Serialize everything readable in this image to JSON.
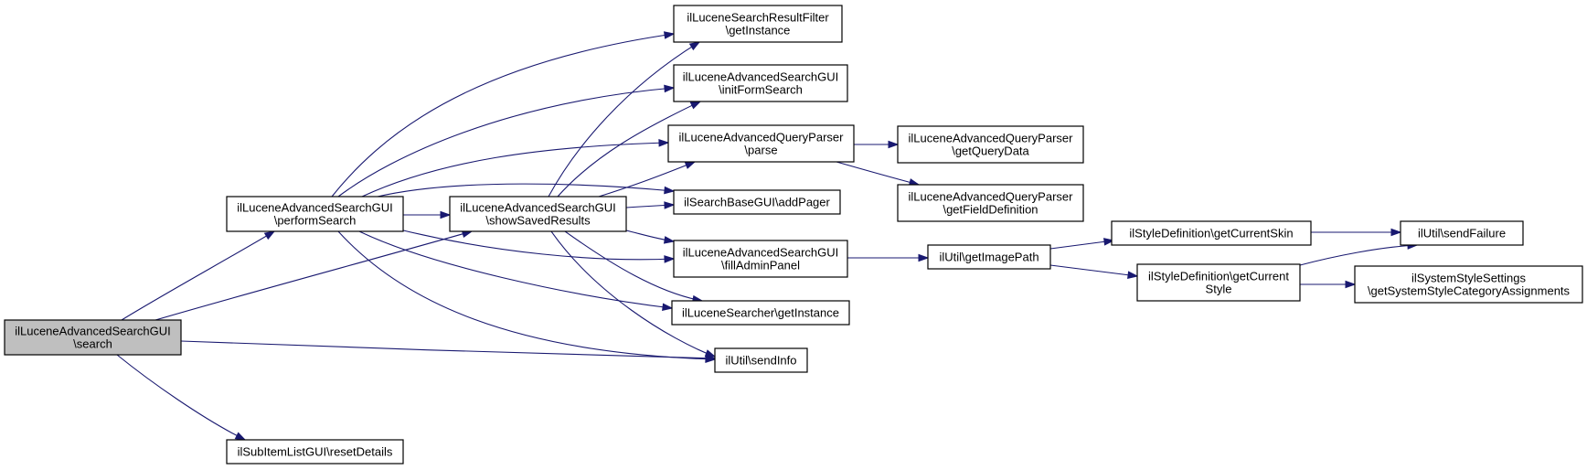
{
  "nodes": [
    {
      "id": "search",
      "lines": [
        "ilLuceneAdvancedSearchGUI",
        "\\search"
      ],
      "root": true
    },
    {
      "id": "performSearch",
      "lines": [
        "ilLuceneAdvancedSearchGUI",
        "\\performSearch"
      ]
    },
    {
      "id": "resetDetails",
      "lines": [
        "ilSubItemListGUI\\resetDetails"
      ]
    },
    {
      "id": "showSavedResults",
      "lines": [
        "ilLuceneAdvancedSearchGUI",
        "\\showSavedResults"
      ]
    },
    {
      "id": "filterGetInstance",
      "lines": [
        "ilLuceneSearchResultFilter",
        "\\getInstance"
      ]
    },
    {
      "id": "initFormSearch",
      "lines": [
        "ilLuceneAdvancedSearchGUI",
        "\\initFormSearch"
      ]
    },
    {
      "id": "parse",
      "lines": [
        "ilLuceneAdvancedQueryParser",
        "\\parse"
      ]
    },
    {
      "id": "addPager",
      "lines": [
        "ilSearchBaseGUI\\addPager"
      ]
    },
    {
      "id": "fillAdminPanel",
      "lines": [
        "ilLuceneAdvancedSearchGUI",
        "\\fillAdminPanel"
      ]
    },
    {
      "id": "searcherGetInstance",
      "lines": [
        "ilLuceneSearcher\\getInstance"
      ]
    },
    {
      "id": "sendInfo",
      "lines": [
        "ilUtil\\sendInfo"
      ]
    },
    {
      "id": "getQueryData",
      "lines": [
        "ilLuceneAdvancedQueryParser",
        "\\getQueryData"
      ]
    },
    {
      "id": "getFieldDefinition",
      "lines": [
        "ilLuceneAdvancedQueryParser",
        "\\getFieldDefinition"
      ]
    },
    {
      "id": "getImagePath",
      "lines": [
        "ilUtil\\getImagePath"
      ]
    },
    {
      "id": "getCurrentSkin",
      "lines": [
        "ilStyleDefinition\\getCurrentSkin"
      ]
    },
    {
      "id": "getCurrentStyle",
      "lines": [
        "ilStyleDefinition\\getCurrent",
        "Style"
      ]
    },
    {
      "id": "sendFailure",
      "lines": [
        "ilUtil\\sendFailure"
      ]
    },
    {
      "id": "systemStyle",
      "lines": [
        "ilSystemStyleSettings",
        "\\getSystemStyleCategoryAssignments"
      ]
    }
  ],
  "edges": [
    {
      "from": "search",
      "to": "performSearch"
    },
    {
      "from": "search",
      "to": "showSavedResults"
    },
    {
      "from": "search",
      "to": "sendInfo"
    },
    {
      "from": "search",
      "to": "resetDetails"
    },
    {
      "from": "performSearch",
      "to": "filterGetInstance"
    },
    {
      "from": "performSearch",
      "to": "initFormSearch"
    },
    {
      "from": "performSearch",
      "to": "parse"
    },
    {
      "from": "performSearch",
      "to": "addPager"
    },
    {
      "from": "performSearch",
      "to": "showSavedResults"
    },
    {
      "from": "performSearch",
      "to": "fillAdminPanel"
    },
    {
      "from": "performSearch",
      "to": "searcherGetInstance"
    },
    {
      "from": "performSearch",
      "to": "sendInfo"
    },
    {
      "from": "showSavedResults",
      "to": "filterGetInstance"
    },
    {
      "from": "showSavedResults",
      "to": "initFormSearch"
    },
    {
      "from": "showSavedResults",
      "to": "parse"
    },
    {
      "from": "showSavedResults",
      "to": "addPager"
    },
    {
      "from": "showSavedResults",
      "to": "fillAdminPanel"
    },
    {
      "from": "showSavedResults",
      "to": "searcherGetInstance"
    },
    {
      "from": "showSavedResults",
      "to": "sendInfo"
    },
    {
      "from": "parse",
      "to": "getQueryData"
    },
    {
      "from": "parse",
      "to": "getFieldDefinition"
    },
    {
      "from": "fillAdminPanel",
      "to": "getImagePath"
    },
    {
      "from": "getImagePath",
      "to": "getCurrentSkin"
    },
    {
      "from": "getImagePath",
      "to": "getCurrentStyle"
    },
    {
      "from": "getCurrentSkin",
      "to": "sendFailure"
    },
    {
      "from": "getCurrentStyle",
      "to": "sendFailure"
    },
    {
      "from": "getCurrentStyle",
      "to": "systemStyle"
    }
  ]
}
